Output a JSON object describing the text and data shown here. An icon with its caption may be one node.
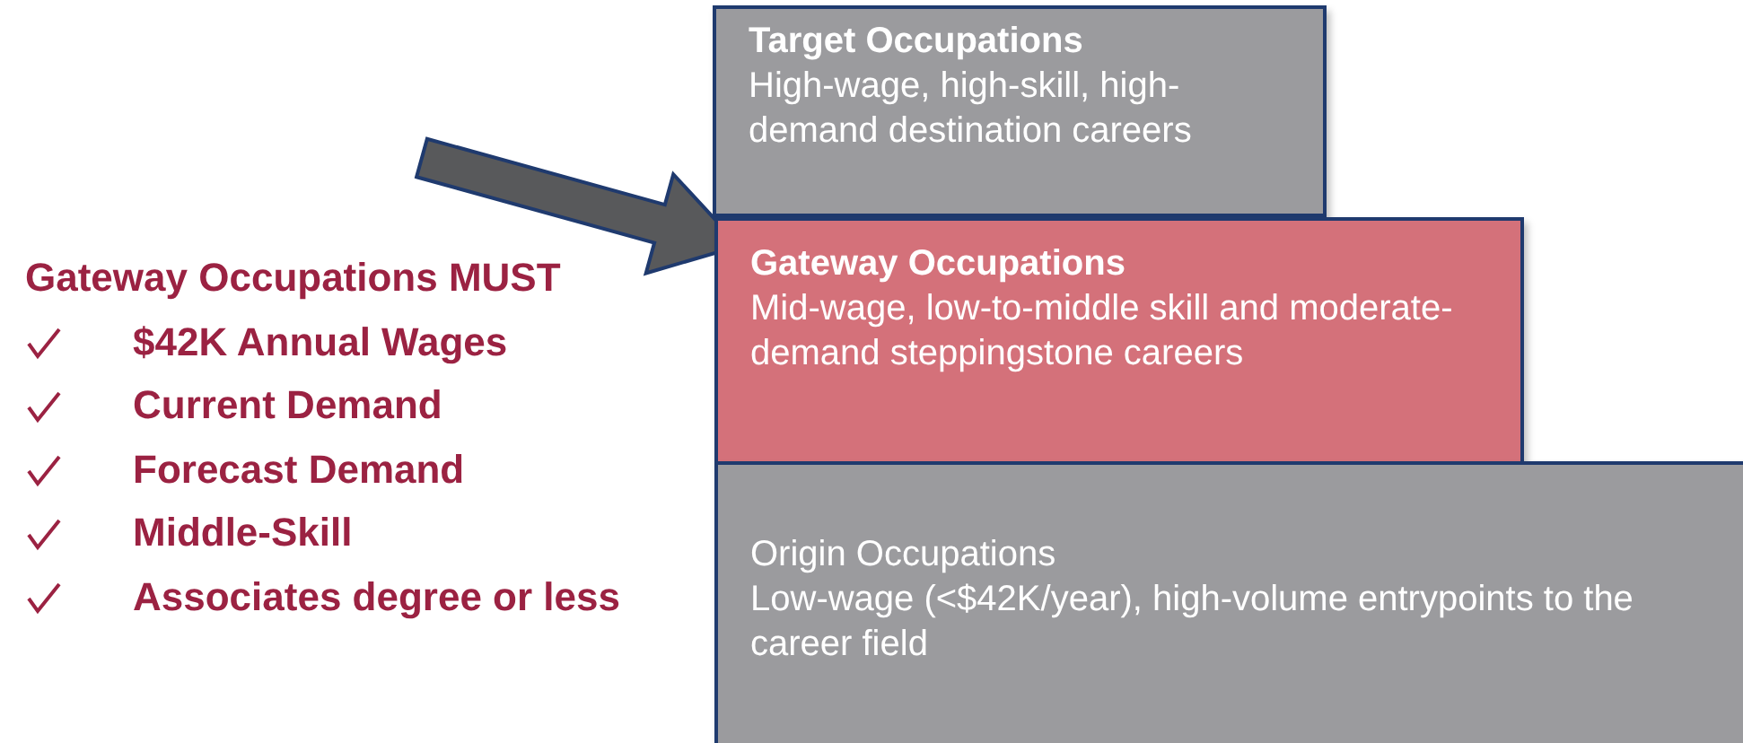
{
  "diagram": {
    "nodes": [
      {
        "text": [
          "Target Occupations",
          "High-wage, high-skill, high-demand destination careers"
        ]
      },
      {
        "text": [
          "Gateway Occupations",
          "Mid-wage, low-to-middle skill and moderate-demand steppingstone careers"
        ]
      },
      {
        "text": [
          "Origin Occupations",
          "Low-wage (<$42K/year), high-volume entrypoints to the career field"
        ]
      }
    ],
    "edges": [
      {
        "from": null,
        "to": 1,
        "arrow": "to",
        "style": "thick",
        "color": "#58595b"
      }
    ],
    "labels": [
      "Gateway Occupations MUST",
      "$42K Annual Wages",
      "Current Demand",
      "Forecast Demand",
      "Middle-Skill",
      "Associates degree or less"
    ]
  }
}
